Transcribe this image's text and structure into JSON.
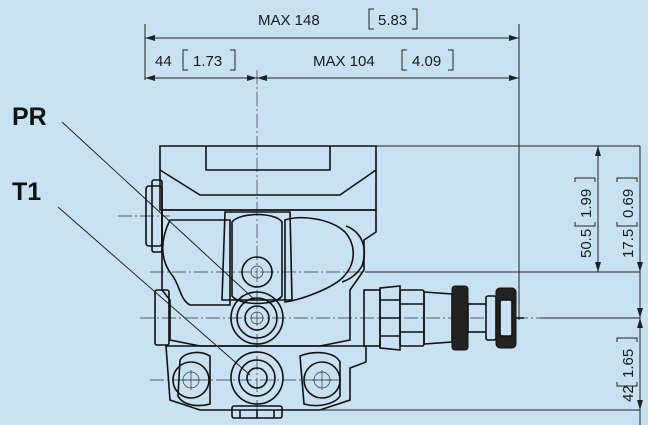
{
  "dimensions": {
    "overall_width": "MAX 148",
    "overall_width_in": "5.83",
    "left_offset": "44",
    "left_offset_in": "1.73",
    "right_offset": "MAX 104",
    "right_offset_in": "4.09",
    "height_top": "50.5",
    "height_top_in": "1.99",
    "height_inner": "17.5",
    "height_inner_in": "0.69",
    "height_bottom": "42",
    "height_bottom_in": "1.65"
  },
  "port_labels": {
    "pr": "PR",
    "t1": "T1"
  }
}
